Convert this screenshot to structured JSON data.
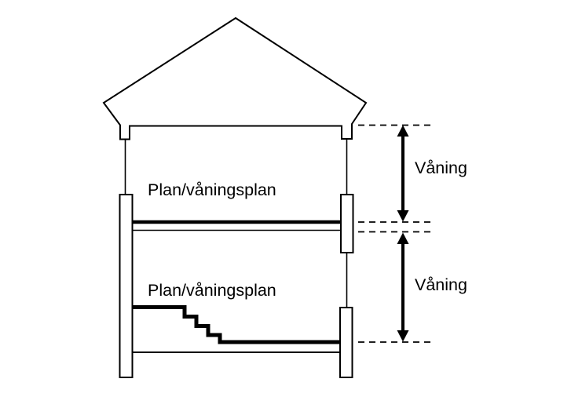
{
  "colors": {
    "ink": "#000000",
    "background": "#ffffff"
  },
  "diagram": {
    "type": "building-cross-section",
    "upper_floor_label": "Plan/våningsplan",
    "lower_floor_label": "Plan/våningsplan",
    "upper_storey_label": "Våning",
    "lower_storey_label": "Våning"
  }
}
